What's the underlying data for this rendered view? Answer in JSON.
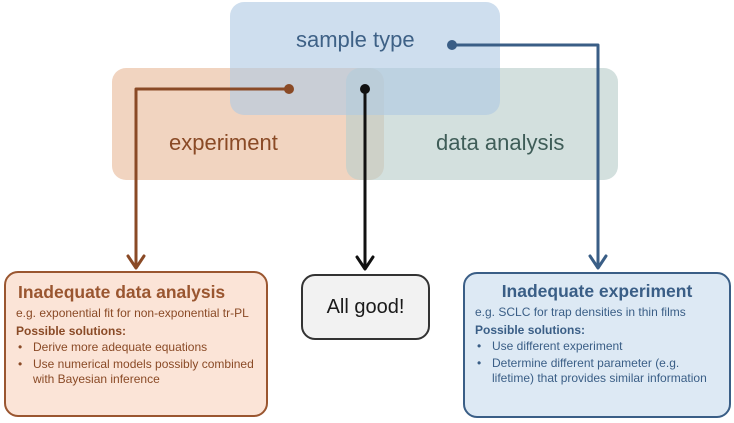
{
  "regions": {
    "sample_type": "sample type",
    "experiment": "experiment",
    "data_analysis": "data analysis"
  },
  "boxes": {
    "left": {
      "title": "Inadequate data analysis",
      "example": "e.g. exponential fit for non-exponential tr-PL",
      "solutions_title": "Possible solutions:",
      "solutions": [
        "Derive more adequate equations",
        "Use numerical models possibly combined with Bayesian inference"
      ]
    },
    "middle": {
      "label": "All good!"
    },
    "right": {
      "title": "Inadequate experiment",
      "example": "e.g. SCLC for trap densities in thin films",
      "solutions_title": "Possible solutions:",
      "solutions": [
        "Use different experiment",
        "Determine different parameter (e.g. lifetime) that provides similar information"
      ]
    }
  },
  "colors": {
    "experiment_arrow": "#8a4a26",
    "overlap_arrow": "#111111",
    "sample_arrow": "#3a5e86"
  }
}
